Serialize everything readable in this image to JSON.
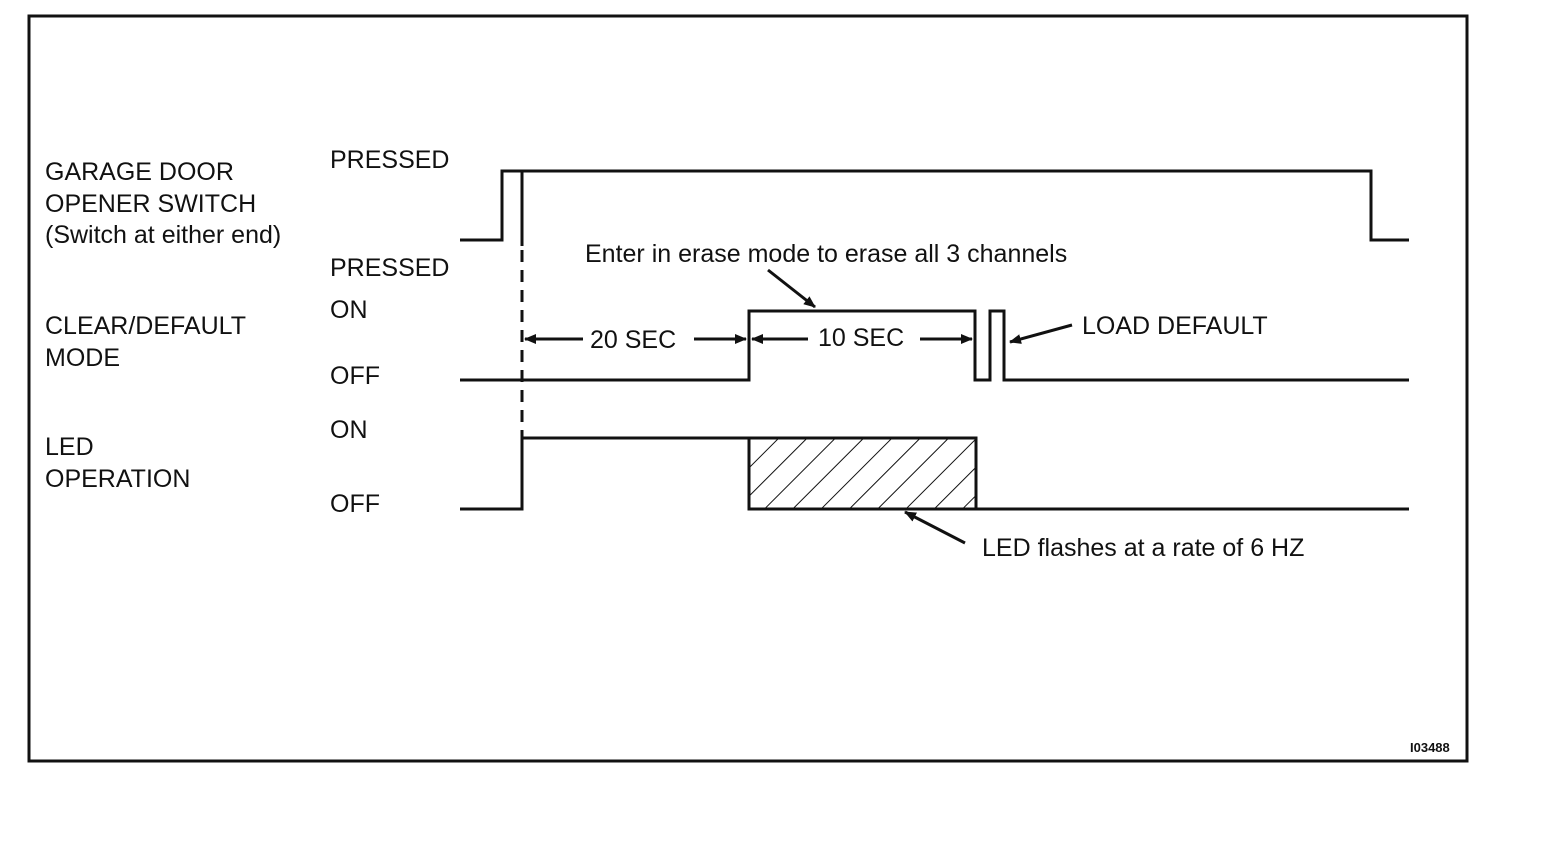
{
  "signals": {
    "garage_door": {
      "name_lines": [
        "GARAGE DOOR",
        "OPENER SWITCH",
        "(Switch at either end)"
      ],
      "level_high": "PRESSED",
      "level_low": "PRESSED"
    },
    "clear_default": {
      "name_lines": [
        "CLEAR/DEFAULT",
        "MODE"
      ],
      "level_high": "ON",
      "level_low": "OFF"
    },
    "led": {
      "name_lines": [
        "LED",
        "OPERATION"
      ],
      "level_high": "ON",
      "level_low": "OFF"
    }
  },
  "annotations": {
    "erase_mode": "Enter in erase mode to erase all 3 channels",
    "interval_20": "20 SEC",
    "interval_10": "10 SEC",
    "load_default": "LOAD DEFAULT",
    "led_flash": "LED flashes at a rate of 6 HZ"
  },
  "figure_id": "I03488"
}
